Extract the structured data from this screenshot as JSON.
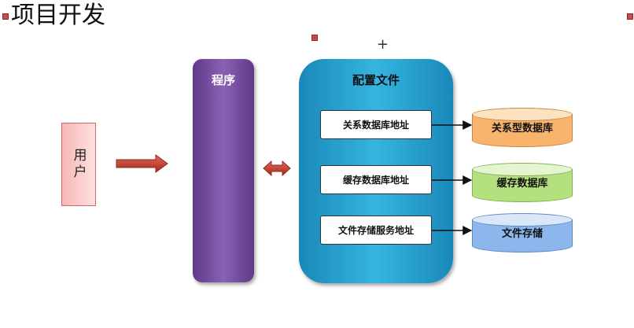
{
  "slide": {
    "title": "项目开发"
  },
  "nodes": {
    "user": "用户",
    "program": "程序",
    "config": {
      "title": "配置文件",
      "items": [
        "关系数据库地址",
        "缓存数据库地址",
        "文件存储服务地址"
      ]
    },
    "stores": [
      "关系型数据库",
      "缓存数据库",
      "文件存储"
    ]
  },
  "colors": {
    "user_fill": "#f7b7b5",
    "program_fill": "#7a519f",
    "config_fill": "#29a6d6",
    "arrow_red": "#c0392b",
    "store_orange": "#f8b46c",
    "store_green": "#b5e07e",
    "store_blue": "#8cb6ec"
  }
}
